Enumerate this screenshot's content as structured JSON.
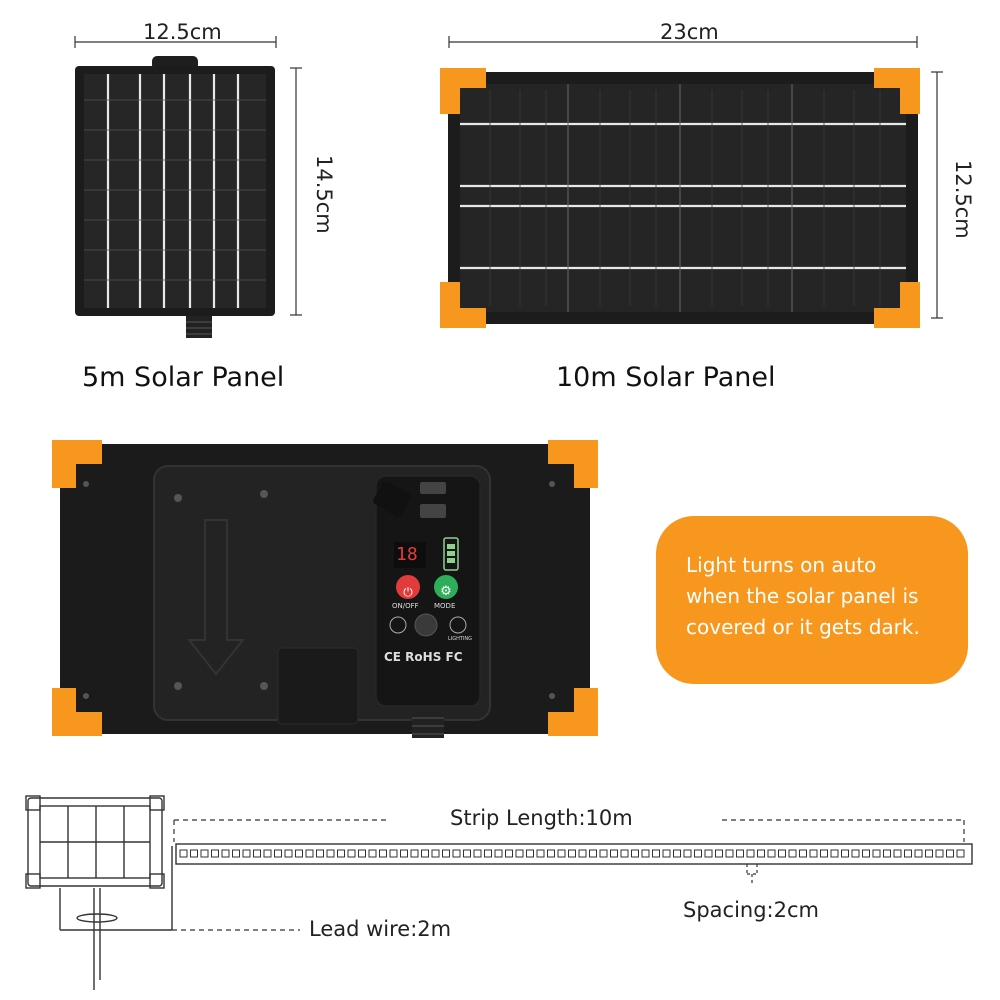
{
  "panel_5m": {
    "title": "5m Solar Panel",
    "width_label": "12.5cm",
    "height_label": "14.5cm"
  },
  "panel_10m": {
    "title": "10m Solar Panel",
    "width_label": "23cm",
    "height_label": "12.5cm"
  },
  "control_box": {
    "on_off_label": "ON/OFF",
    "mode_label": "MODE",
    "lighting_label": "LIGHTING",
    "cert_marks": "CE RoHS FC",
    "display_digits": "18"
  },
  "callout": {
    "lines": [
      "Light turns on auto",
      "when the solar panel is",
      "covered or it gets dark."
    ]
  },
  "strip_diagram": {
    "strip_length_label": "Strip Length:10m",
    "lead_wire_label": "Lead wire:2m",
    "spacing_label": "Spacing:2cm"
  },
  "colors": {
    "accent_orange": "#f7971d",
    "panel_black": "#1a1a1a",
    "power_red": "#e23b3b",
    "mode_green": "#2fae5a"
  }
}
